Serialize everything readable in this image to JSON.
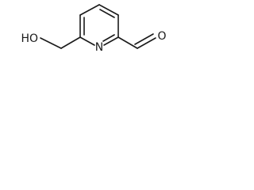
{
  "atoms": {
    "hydroxyl": "HO",
    "ring_nitrogen": "N",
    "aldehyde_oxygen": "O"
  }
}
